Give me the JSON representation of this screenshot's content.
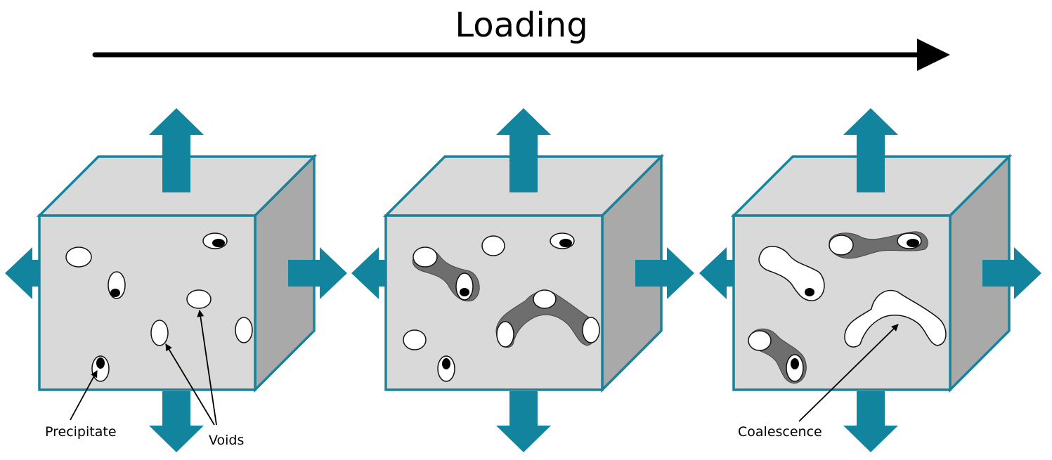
{
  "title": "Loading",
  "labels": {
    "precipitate": "Precipitate",
    "voids": "Voids",
    "coalescence": "Coalescence"
  },
  "colors": {
    "load_arrow": "#12849e",
    "cube_edge": "#19839b",
    "cube_face": "#d9d9d9",
    "cube_side": "#a9a9a9",
    "neck": "#6e6e6e"
  }
}
